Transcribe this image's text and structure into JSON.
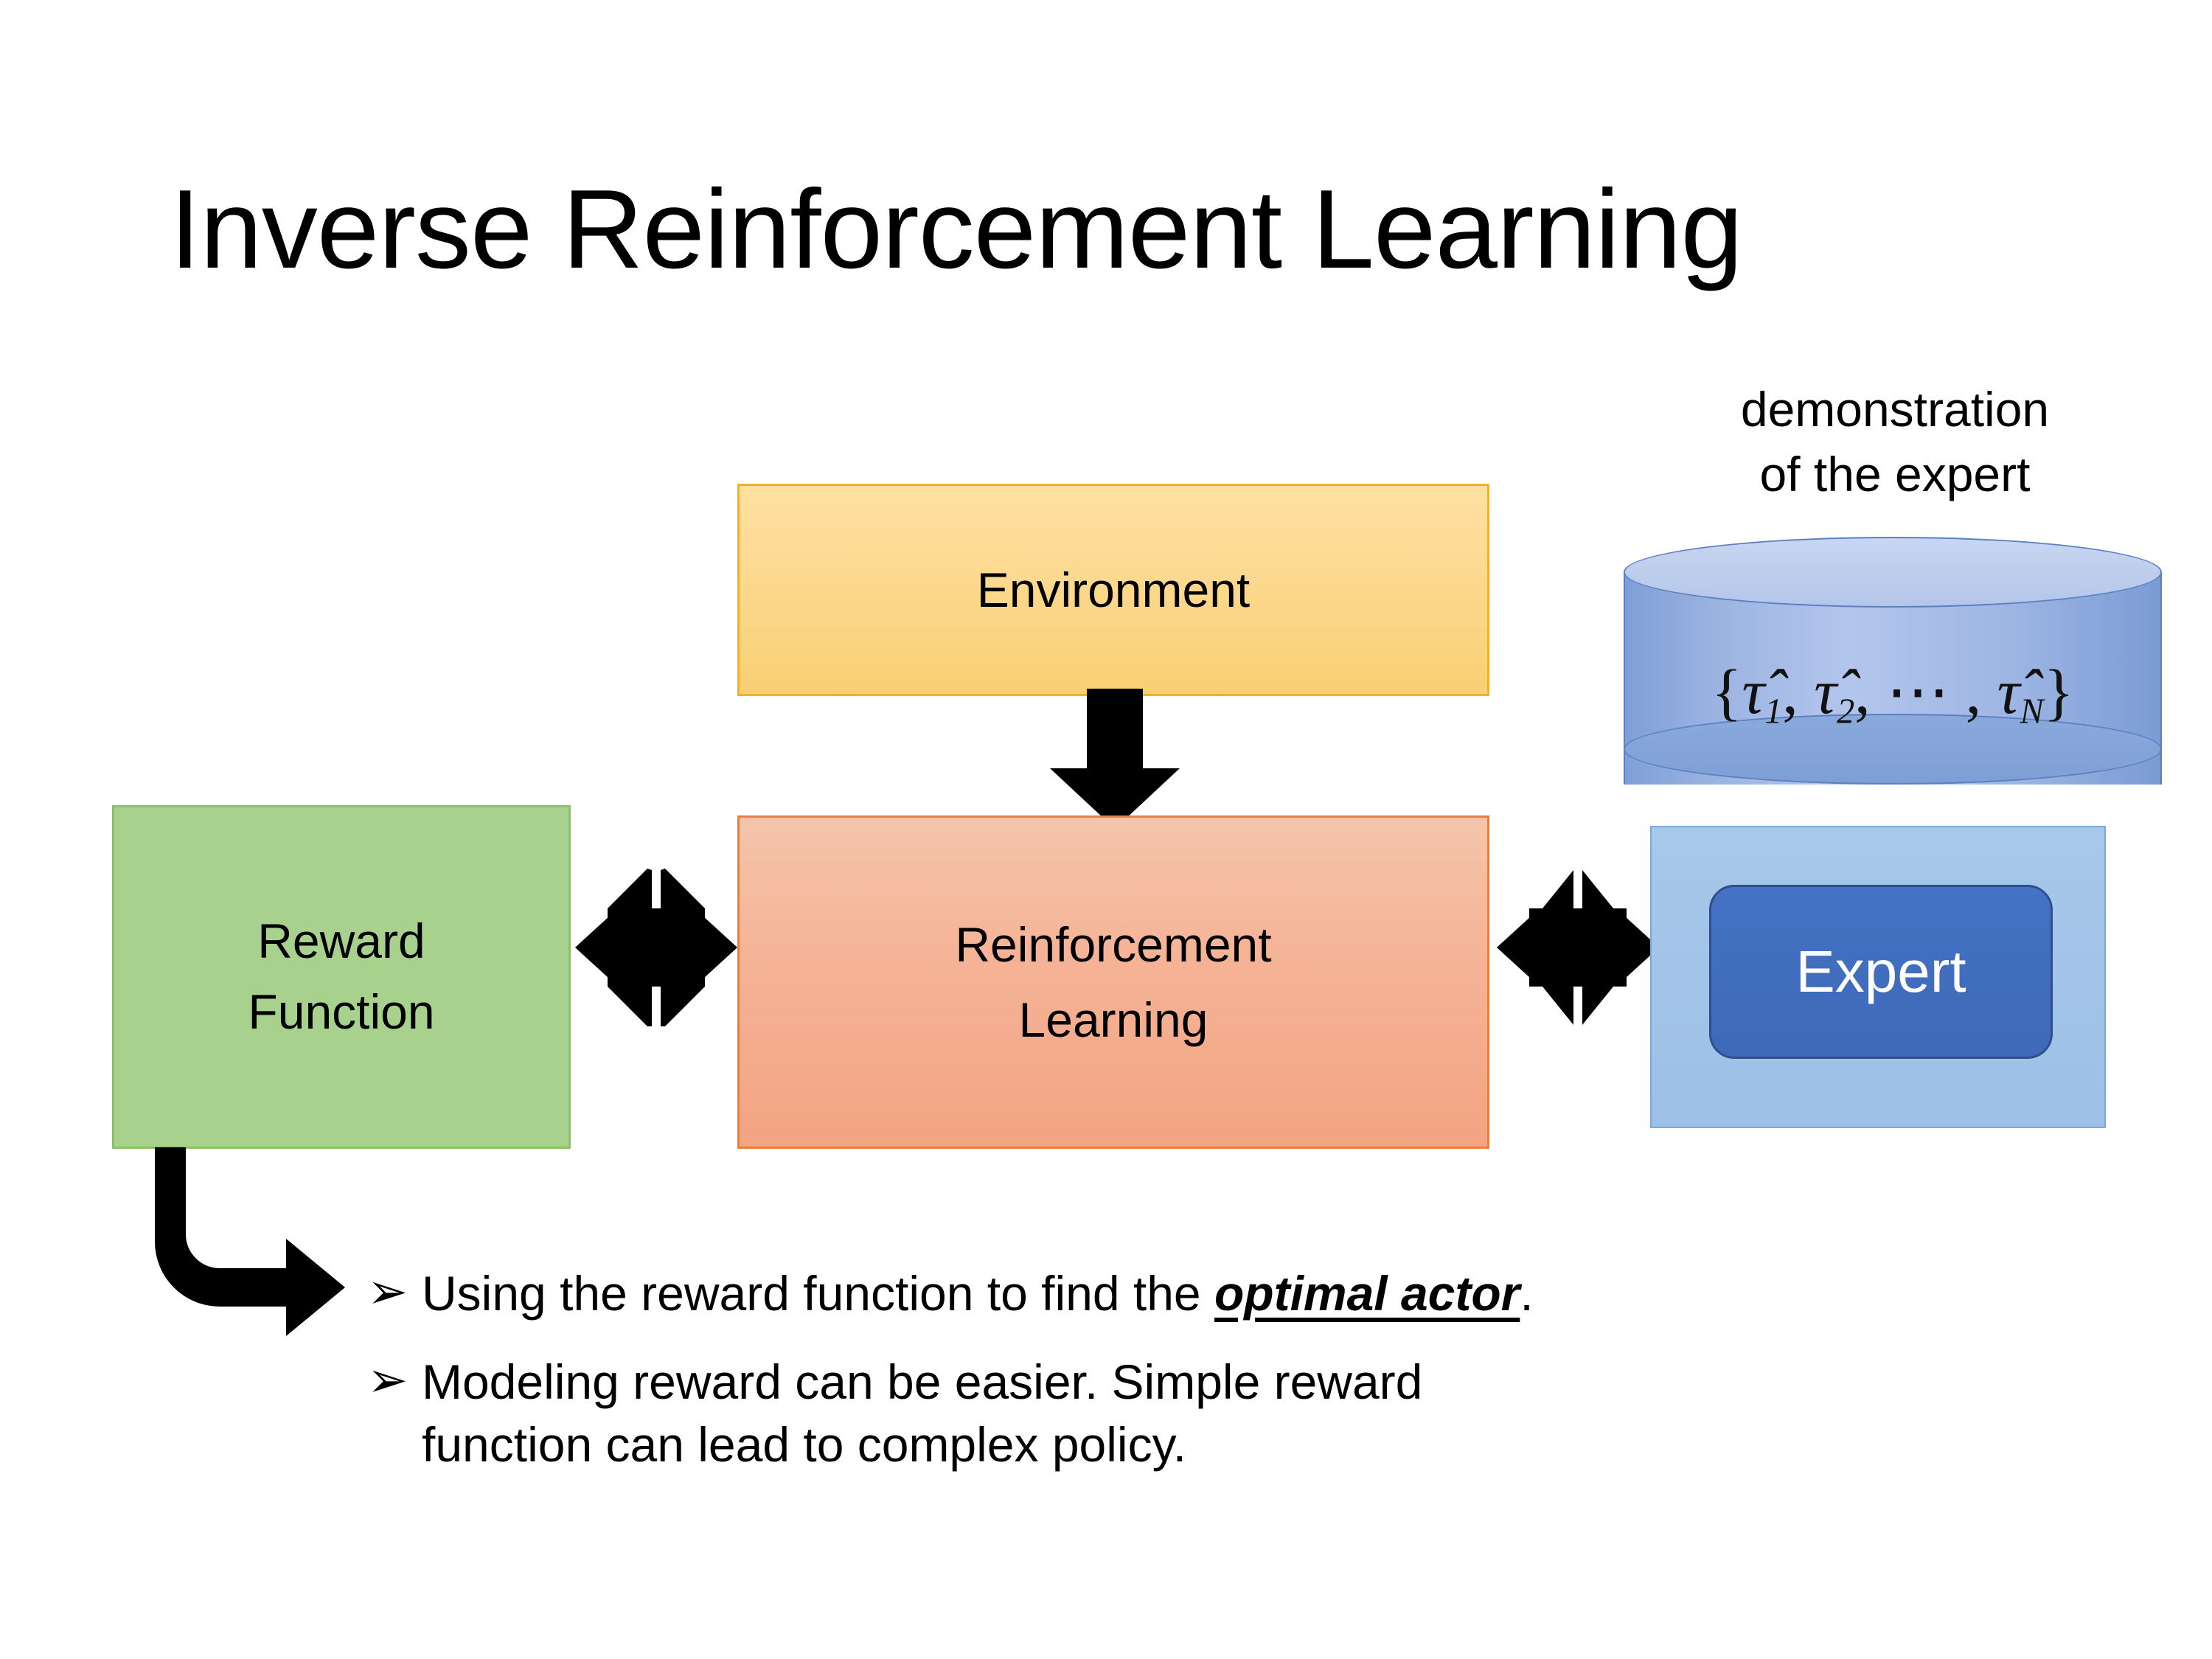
{
  "slide": {
    "title": "Inverse Reinforcement Learning",
    "background_color": "#ffffff"
  },
  "diagram": {
    "environment_box": {
      "label": "Environment",
      "fill_color": "#fcd98f",
      "border_color": "#f0b323"
    },
    "reinforcement_learning_box": {
      "label_line1": "Reinforcement",
      "label_line2": "Learning",
      "fill_color": "#f5b497",
      "border_color": "#e8803a"
    },
    "reward_function_box": {
      "label_line1": "Reward",
      "label_line2": "Function",
      "fill_color": "#a9d18e",
      "border_color": "#8cc06a"
    },
    "demonstration": {
      "caption_line1": "demonstration",
      "caption_line2": "of the expert",
      "formula_open": "{",
      "formula_tau1": "τ̂",
      "formula_sub1": "1",
      "formula_sep1": ", ",
      "formula_tau2": "τ̂",
      "formula_sub2": "2",
      "formula_sep2": ", ⋯ , ",
      "formula_tauN": "τ̂",
      "formula_subN": "N",
      "formula_close": "}",
      "cylinder_color": "#9db4e2",
      "cylinder_top_color": "#b4c6ea",
      "cylinder_border_color": "#5b7fc0"
    },
    "expert_panel": {
      "fill_color": "#9cc0e6",
      "border_color": "#7ba7da"
    },
    "expert_button": {
      "label": "Expert",
      "fill_color": "#4472c4",
      "border_color": "#2d4f8f",
      "text_color": "#ffffff"
    },
    "connectors": {
      "env_to_rl": "down-arrow",
      "reward_to_rl": "bidirectional-arrow",
      "rl_to_expert": "bidirectional-arrow",
      "reward_to_bullets": "bent-elbow-arrow",
      "arrow_color": "#000000"
    }
  },
  "bullets": [
    {
      "marker": "➢",
      "text_before": "Using the reward function to find the ",
      "emphasis": "optimal actor",
      "text_after": "."
    },
    {
      "marker": "➢",
      "text_line1": "Modeling reward can be easier. Simple reward",
      "text_line2": "function can lead to complex policy."
    }
  ]
}
